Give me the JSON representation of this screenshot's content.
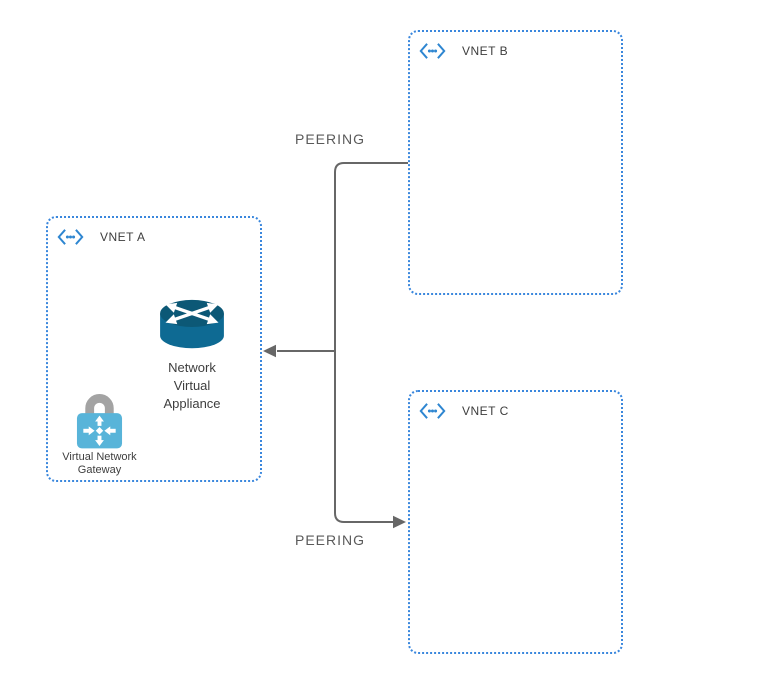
{
  "vnets": {
    "a": {
      "label": "VNET A"
    },
    "b": {
      "label": "VNET B"
    },
    "c": {
      "label": "VNET C"
    }
  },
  "nodes": {
    "nva": {
      "label": "Network Virtual Appliance"
    },
    "gateway": {
      "label": "Virtual Network Gateway"
    }
  },
  "labels": {
    "peering_top": "PEERING",
    "peering_bottom": "PEERING"
  },
  "icons": {
    "vnet": "virtual-network-icon",
    "nva": "router-icon",
    "gateway": "vpn-gateway-lock-icon"
  },
  "colors": {
    "box_border_blue": "#3a87dd",
    "vnet_icon_blue": "#2e86d1",
    "connector_gray": "#676767",
    "peering_text": "#5a5a5a",
    "router_top": "#0c5876",
    "router_body": "#0e6a93",
    "lock_body": "#58b4d9",
    "lock_shackle": "#a3a3a3",
    "label_text": "#3e3e3e"
  }
}
